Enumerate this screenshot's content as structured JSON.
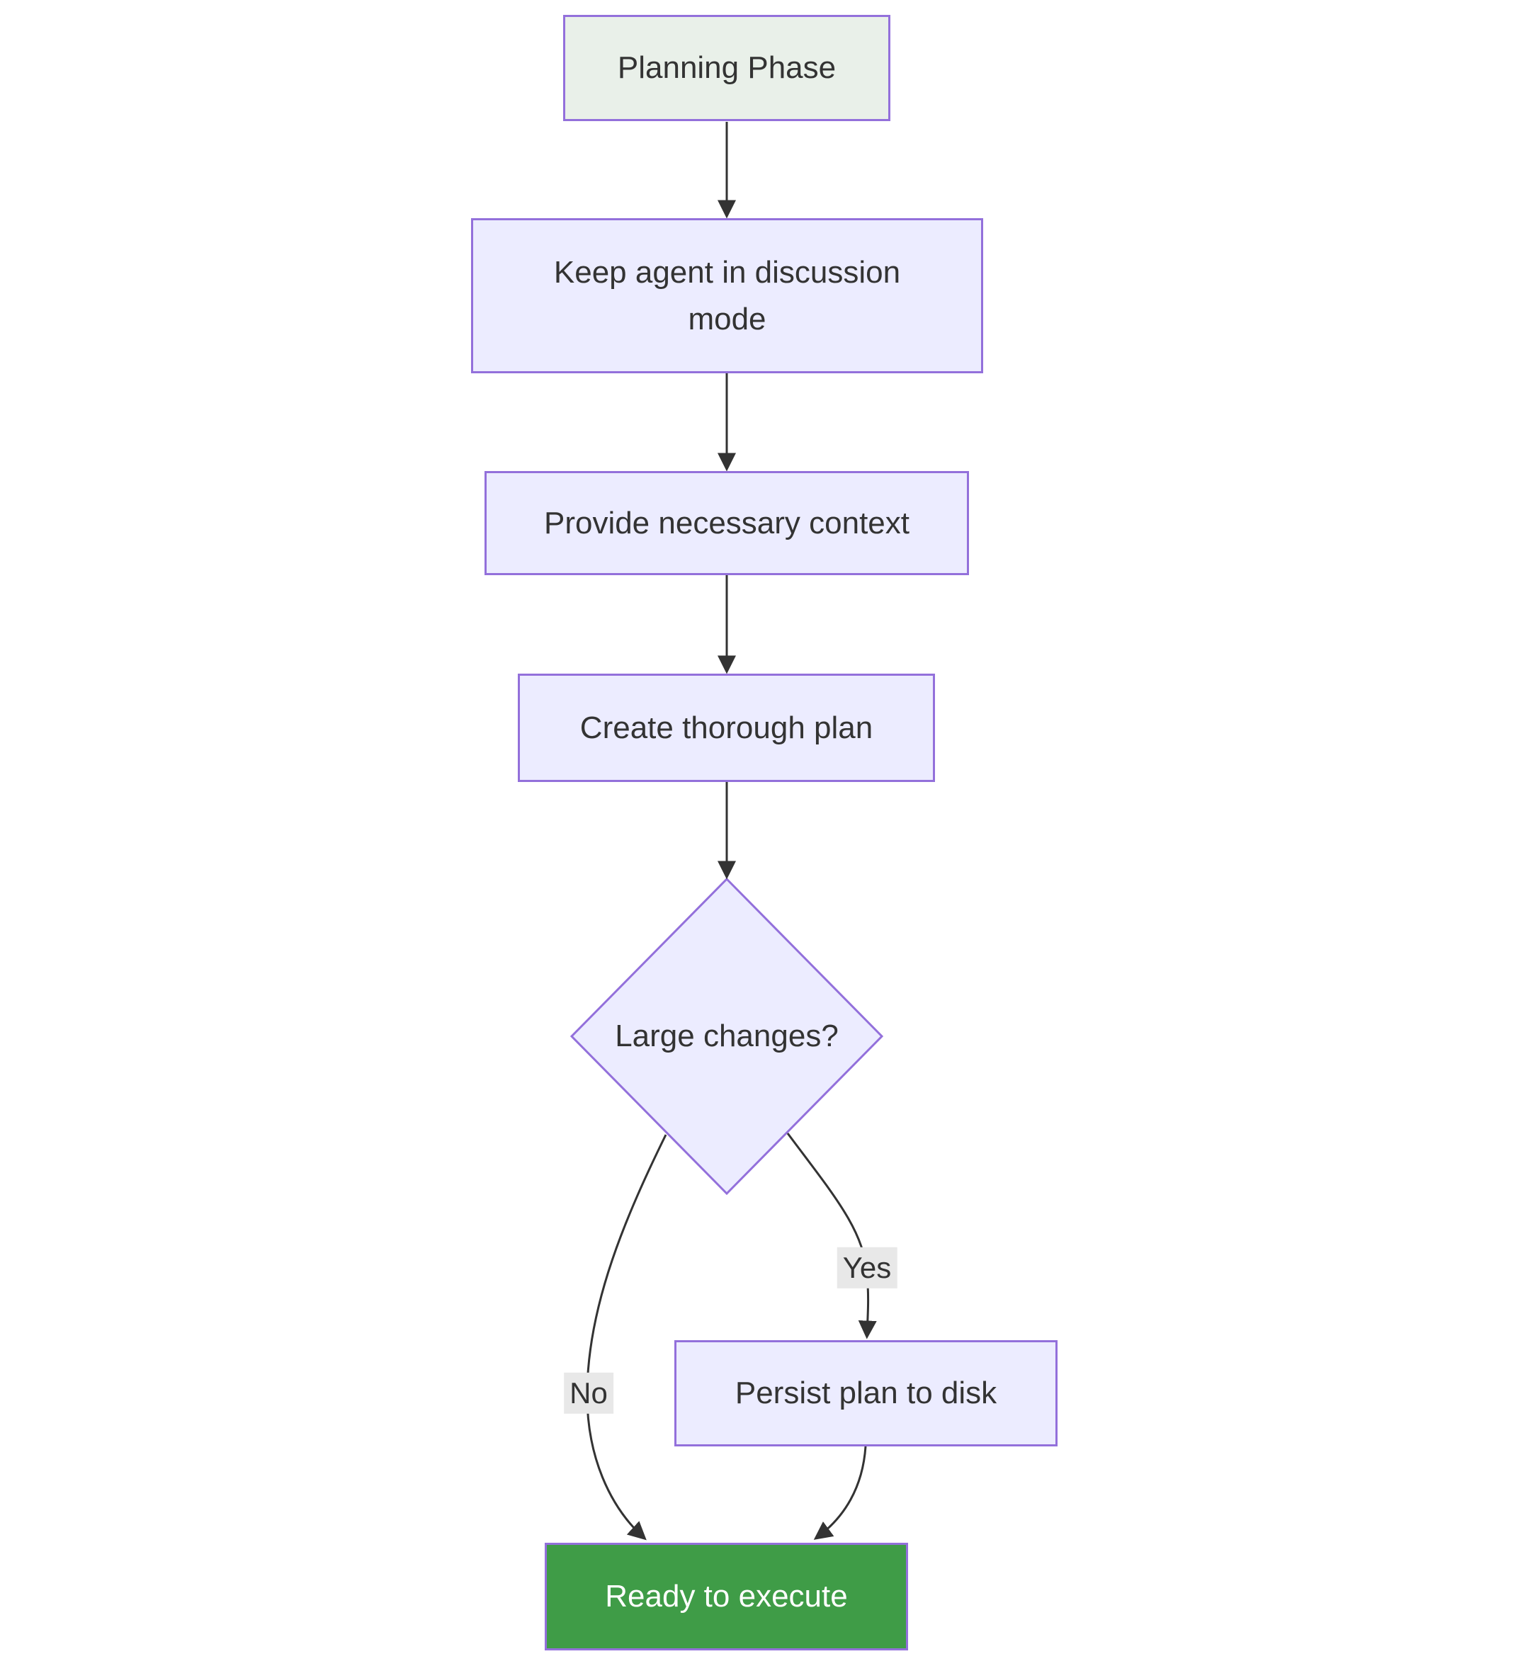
{
  "diagram": {
    "type": "flowchart",
    "direction": "top-down",
    "nodes": {
      "planning": {
        "label": "Planning Phase",
        "shape": "rect",
        "fill": "#E9F0E9"
      },
      "discussion": {
        "label": "Keep agent in discussion mode",
        "shape": "rect",
        "fill": "#ECECFF"
      },
      "context": {
        "label": "Provide necessary context",
        "shape": "rect",
        "fill": "#ECECFF"
      },
      "plan": {
        "label": "Create thorough plan",
        "shape": "rect",
        "fill": "#ECECFF"
      },
      "decision": {
        "label": "Large changes?",
        "shape": "diamond",
        "fill": "#ECECFF"
      },
      "persist": {
        "label": "Persist plan to disk",
        "shape": "rect",
        "fill": "#ECECFF"
      },
      "ready": {
        "label": "Ready to execute",
        "shape": "rect",
        "fill": "#3F9C47"
      }
    },
    "edges": {
      "yes": {
        "label": "Yes",
        "from": "decision",
        "to": "persist"
      },
      "no": {
        "label": "No",
        "from": "decision",
        "to": "ready"
      }
    },
    "colors": {
      "background": "#FFFFFF",
      "node_fill": "#ECECFF",
      "node_border": "#9370DB",
      "start_fill": "#E9F0E9",
      "success_fill": "#3F9C47",
      "success_text": "#FFFFFF",
      "text": "#333333",
      "edge_line": "#333333",
      "edge_label_bg": "#E8E8E8"
    }
  }
}
